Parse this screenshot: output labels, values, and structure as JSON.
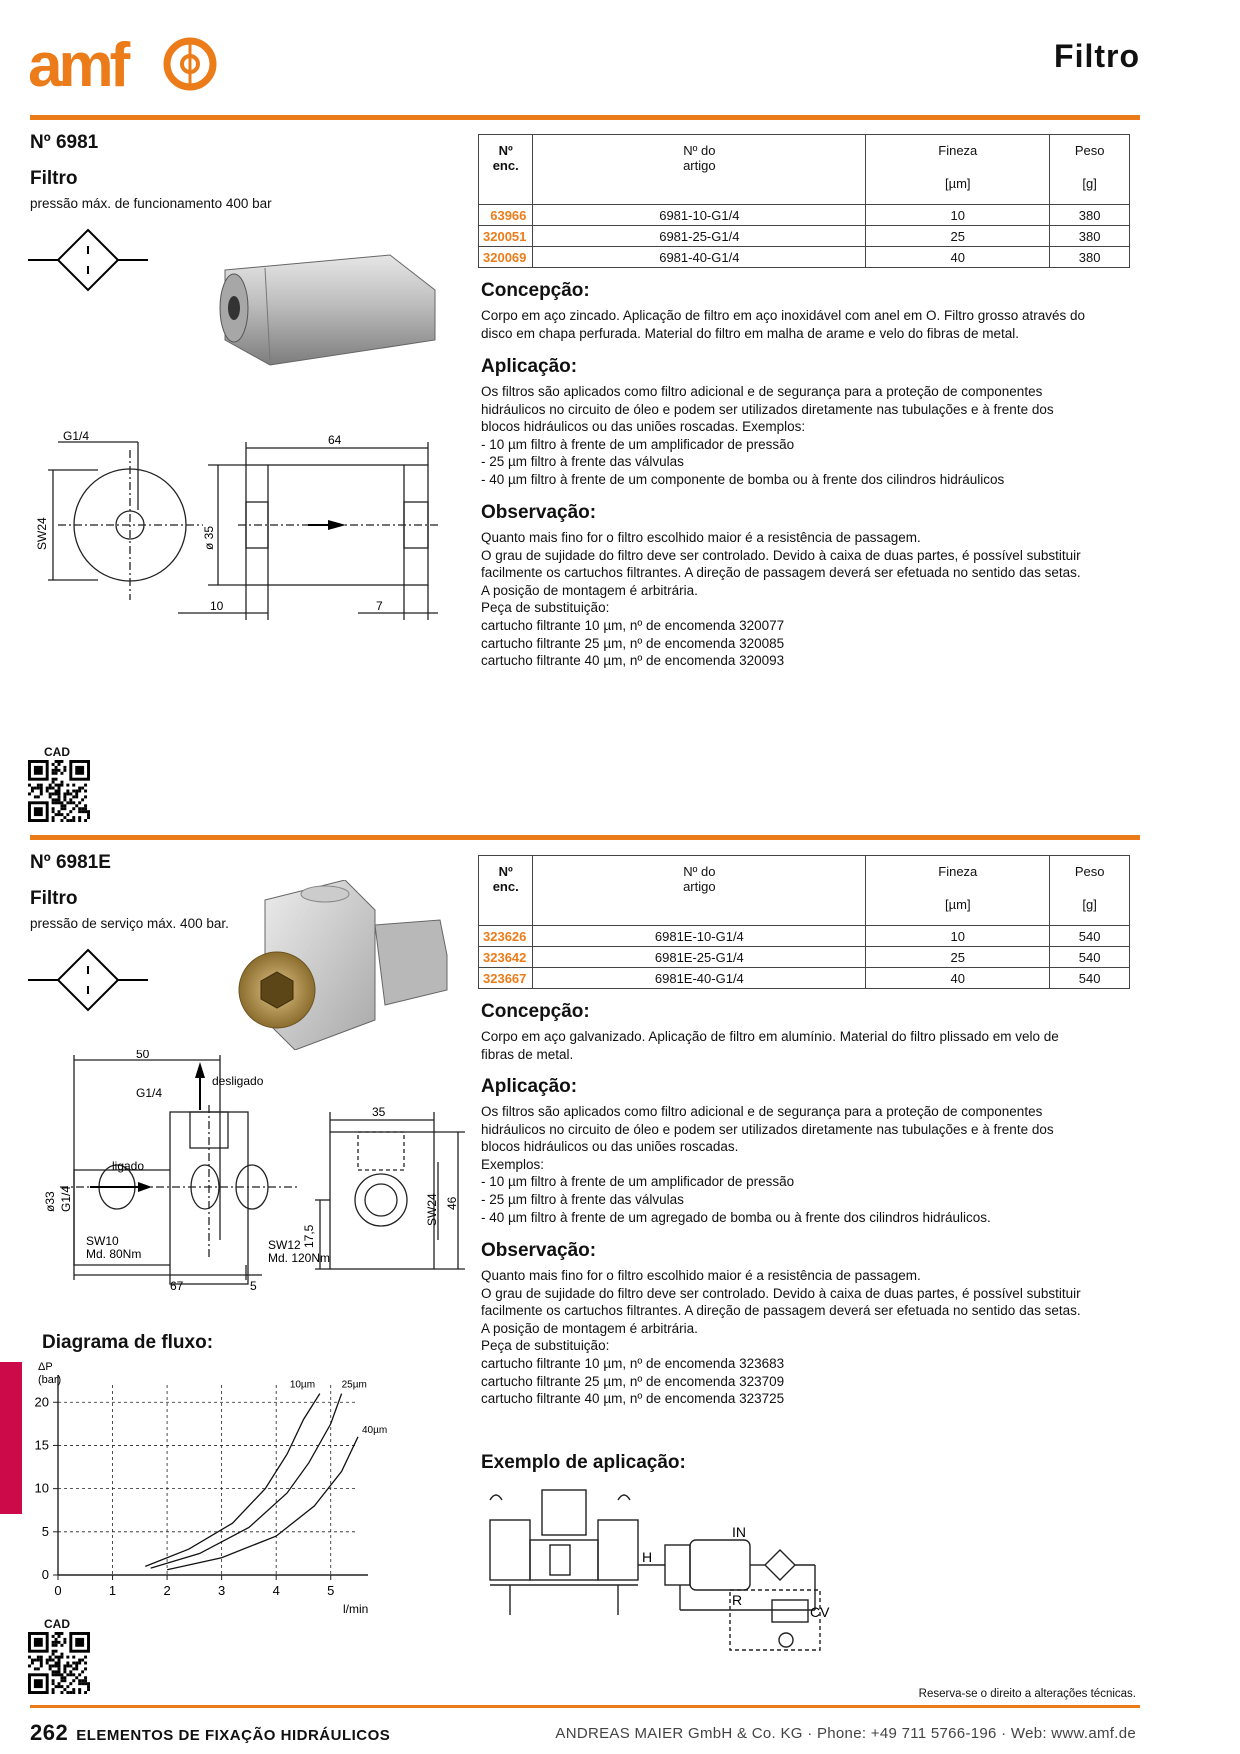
{
  "header": {
    "logo_text": "amf",
    "title": "Filtro"
  },
  "product1": {
    "number": "Nº 6981",
    "name": "Filtro",
    "subtitle": "pressão máx. de funcionamento 400 bar",
    "table": {
      "col_order": "Nº\nenc.",
      "col_article": "Nº do\nartigo",
      "col_fineness": "Fineza",
      "col_fineness_unit": "[µm]",
      "col_weight": "Peso",
      "col_weight_unit": "[g]",
      "rows": [
        {
          "order": "63966",
          "article": "6981-10-G1/4",
          "fineness": "10",
          "weight": "380"
        },
        {
          "order": "320051",
          "article": "6981-25-G1/4",
          "fineness": "25",
          "weight": "380"
        },
        {
          "order": "320069",
          "article": "6981-40-G1/4",
          "fineness": "40",
          "weight": "380"
        }
      ]
    },
    "concepcao_title": "Concepção:",
    "concepcao_text": "Corpo em aço zincado. Aplicação de filtro em aço inoxidável com anel em O. Filtro grosso através do\ndisco em chapa perfurada. Material do filtro em malha de arame e velo do fibras de metal.",
    "aplicacao_title": "Aplicação:",
    "aplicacao_text": "Os filtros são aplicados como filtro adicional e de segurança para a proteção de componentes\nhidráulicos no circuito de óleo e podem ser utilizados diretamente nas tubulações e à frente dos\nblocos hidráulicos ou das uniões roscadas. Exemplos:\n- 10 µm filtro à frente de um amplificador de pressão\n- 25 µm filtro à frente das válvulas\n- 40 µm filtro à frente de um componente de bomba ou à frente dos cilindros hidráulicos",
    "observacao_title": "Observação:",
    "observacao_text": "Quanto mais fino for o filtro escolhido maior é a resistência de passagem.\nO grau de sujidade do filtro deve ser controlado. Devido à caixa de duas partes, é possível substituir\nfacilmente os cartuchos filtrantes. A direção de passagem deverá ser efetuada no sentido das setas.\nA posição de montagem é arbitrária.\nPeça de substituição:\ncartucho filtrante 10 µm, nº de encomenda 320077\ncartucho filtrante 25 µm, nº de encomenda 320085\ncartucho filtrante 40 µm, nº de encomenda 320093",
    "drawing": {
      "dim_g": "G1/4",
      "dim_64": "64",
      "dim_sw": "SW24",
      "dim_d35": "ø 35",
      "dim_10": "10",
      "dim_7": "7"
    },
    "cad_label": "CAD"
  },
  "product2": {
    "number": "Nº 6981E",
    "name": "Filtro",
    "subtitle": "pressão de serviço máx. 400 bar.",
    "table": {
      "col_order": "Nº\nenc.",
      "col_article": "Nº do\nartigo",
      "col_fineness": "Fineza",
      "col_fineness_unit": "[µm]",
      "col_weight": "Peso",
      "col_weight_unit": "[g]",
      "rows": [
        {
          "order": "323626",
          "article": "6981E-10-G1/4",
          "fineness": "10",
          "weight": "540"
        },
        {
          "order": "323642",
          "article": "6981E-25-G1/4",
          "fineness": "25",
          "weight": "540"
        },
        {
          "order": "323667",
          "article": "6981E-40-G1/4",
          "fineness": "40",
          "weight": "540"
        }
      ]
    },
    "concepcao_title": "Concepção:",
    "concepcao_text": "Corpo em aço galvanizado. Aplicação de filtro em alumínio. Material do filtro plissado em velo de\nfibras de metal.",
    "aplicacao_title": "Aplicação:",
    "aplicacao_text": "Os filtros são aplicados como filtro adicional e de segurança para a proteção de componentes\nhidráulicos no circuito de óleo e podem ser utilizados diretamente nas tubulações e à frente dos\nblocos hidráulicos ou das uniões roscadas.\nExemplos:\n- 10 µm filtro à frente de um amplificador de pressão\n- 25 µm filtro à frente das válvulas\n- 40 µm filtro à frente de um agregado de bomba ou à frente dos cilindros hidráulicos.",
    "observacao_title": "Observação:",
    "observacao_text": "Quanto mais fino for o filtro escolhido maior é a resistência de passagem.\nO grau de sujidade do filtro deve ser controlado. Devido à caixa de duas partes, é possível substituir\nfacilmente os cartuchos filtrantes. A direção de passagem deverá ser efetuada no sentido das setas.\nA posição de montagem é arbitrária.\nPeça de substituição:\ncartucho filtrante 10 µm, nº de encomenda 323683\ncartucho filtrante 25 µm, nº de encomenda 323709\ncartucho filtrante 40 µm, nº de encomenda 323725",
    "drawing": {
      "dim_50": "50",
      "desligado": "desligado",
      "dim_g": "G1/4",
      "ligado": "ligado",
      "dim_d33": "ø33",
      "dim_g2": "G1/4",
      "sw10": "SW10",
      "md80": "Md. 80Nm",
      "sw12": "SW12",
      "md120": "Md. 120Nm",
      "dim_67": "67",
      "dim_5": "5",
      "dim_35": "35",
      "dim_175": "17,5",
      "sw24": "SW24",
      "dim_46": "46"
    },
    "flow_title": "Diagrama de fluxo:",
    "example_title": "Exemplo de aplicação:",
    "example_labels": {
      "h": "H",
      "in": "IN",
      "r": "R",
      "cv": "CV"
    },
    "cad_label": "CAD"
  },
  "chart_data": {
    "type": "line",
    "ylabel": "ΔP\n(bar)",
    "xlabel": "l/min",
    "xlim": [
      0,
      5.5
    ],
    "ylim": [
      0,
      22
    ],
    "xticks": [
      0,
      1,
      2,
      3,
      4,
      5
    ],
    "yticks": [
      0,
      5,
      10,
      15,
      20
    ],
    "series": [
      {
        "name": "10µm",
        "x": [
          1.6,
          2.4,
          3.2,
          3.8,
          4.2,
          4.5,
          4.8
        ],
        "y": [
          1,
          3,
          6,
          10,
          14,
          18,
          21
        ]
      },
      {
        "name": "25µm",
        "x": [
          1.7,
          2.6,
          3.5,
          4.2,
          4.6,
          5.0,
          5.2
        ],
        "y": [
          0.8,
          2.5,
          5.5,
          9.5,
          13,
          17.5,
          21
        ]
      },
      {
        "name": "40µm",
        "x": [
          2.0,
          3.0,
          4.0,
          4.7,
          5.2,
          5.5
        ],
        "y": [
          0.6,
          2.0,
          4.5,
          8,
          12,
          16
        ]
      }
    ]
  },
  "footer": {
    "note": "Reserva-se o direito a alterações técnicas.",
    "page": "262",
    "section": "ELEMENTOS DE FIXAÇÃO HIDRÁULICOS",
    "company": "ANDREAS MAIER GmbH & Co. KG · Phone: +49 711 5766-196 · Web: www.amf.de"
  }
}
